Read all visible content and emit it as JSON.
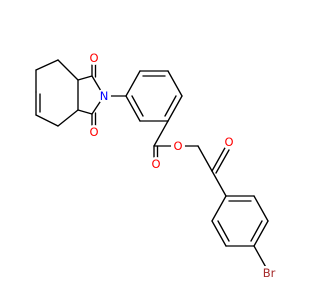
{
  "atoms": {
    "n1": "N",
    "o_top": "O",
    "o_bottom": "O",
    "o_ester_carbonyl": "O",
    "o_ester_link": "O",
    "o_ketone": "O",
    "br": "Br"
  },
  "colors": {
    "bond": "#000000",
    "N": "#0000ff",
    "O": "#ff0000",
    "Br": "#a52a2a",
    "background": "#ffffff"
  }
}
